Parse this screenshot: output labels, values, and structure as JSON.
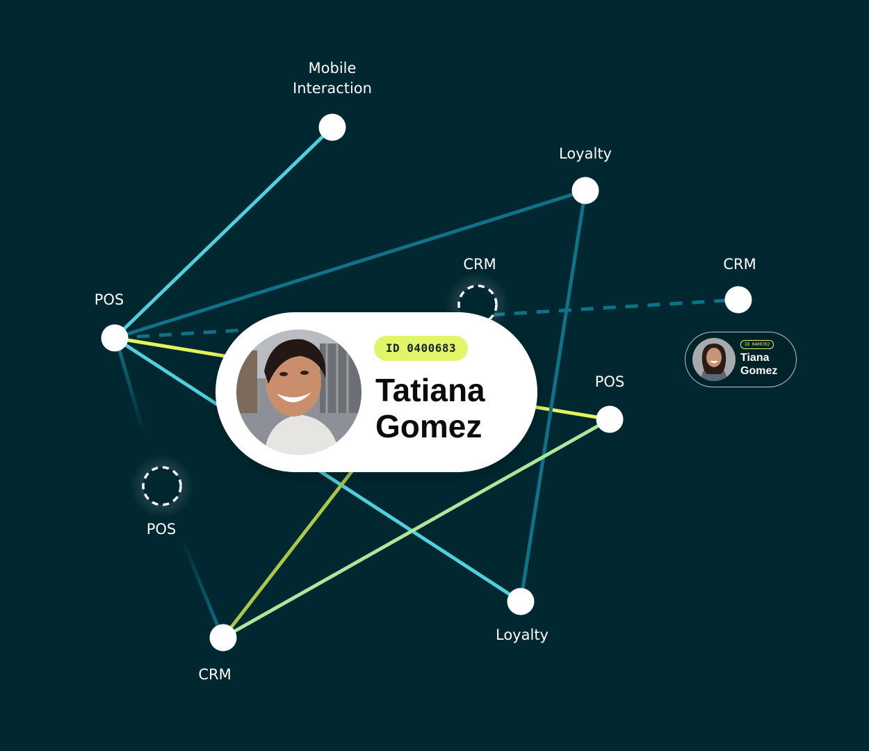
{
  "nodes": {
    "mobile_interaction": "Mobile\nInteraction",
    "loyalty_top": "Loyalty",
    "crm_mid_dashed": "CRM",
    "crm_right": "CRM",
    "pos_left": "POS",
    "pos_right": "POS",
    "pos_dashed": "POS",
    "loyalty_bottom": "Loyalty",
    "crm_bottom": "CRM"
  },
  "main_profile": {
    "id_label": "ID 0400683",
    "name": "Tatiana\nGomez"
  },
  "secondary_profile": {
    "id_label": "ID 0400702",
    "name": "Tiana\nGomez"
  },
  "colors": {
    "background": "#012830",
    "cyan_line": "#4fd1dc",
    "teal_line": "#0f7387",
    "yellow_line": "#e4f55c",
    "lime_line": "#aee69b",
    "olive_line": "#aac84a",
    "node_fill": "#ffffff",
    "badge": "#e1f46a"
  }
}
